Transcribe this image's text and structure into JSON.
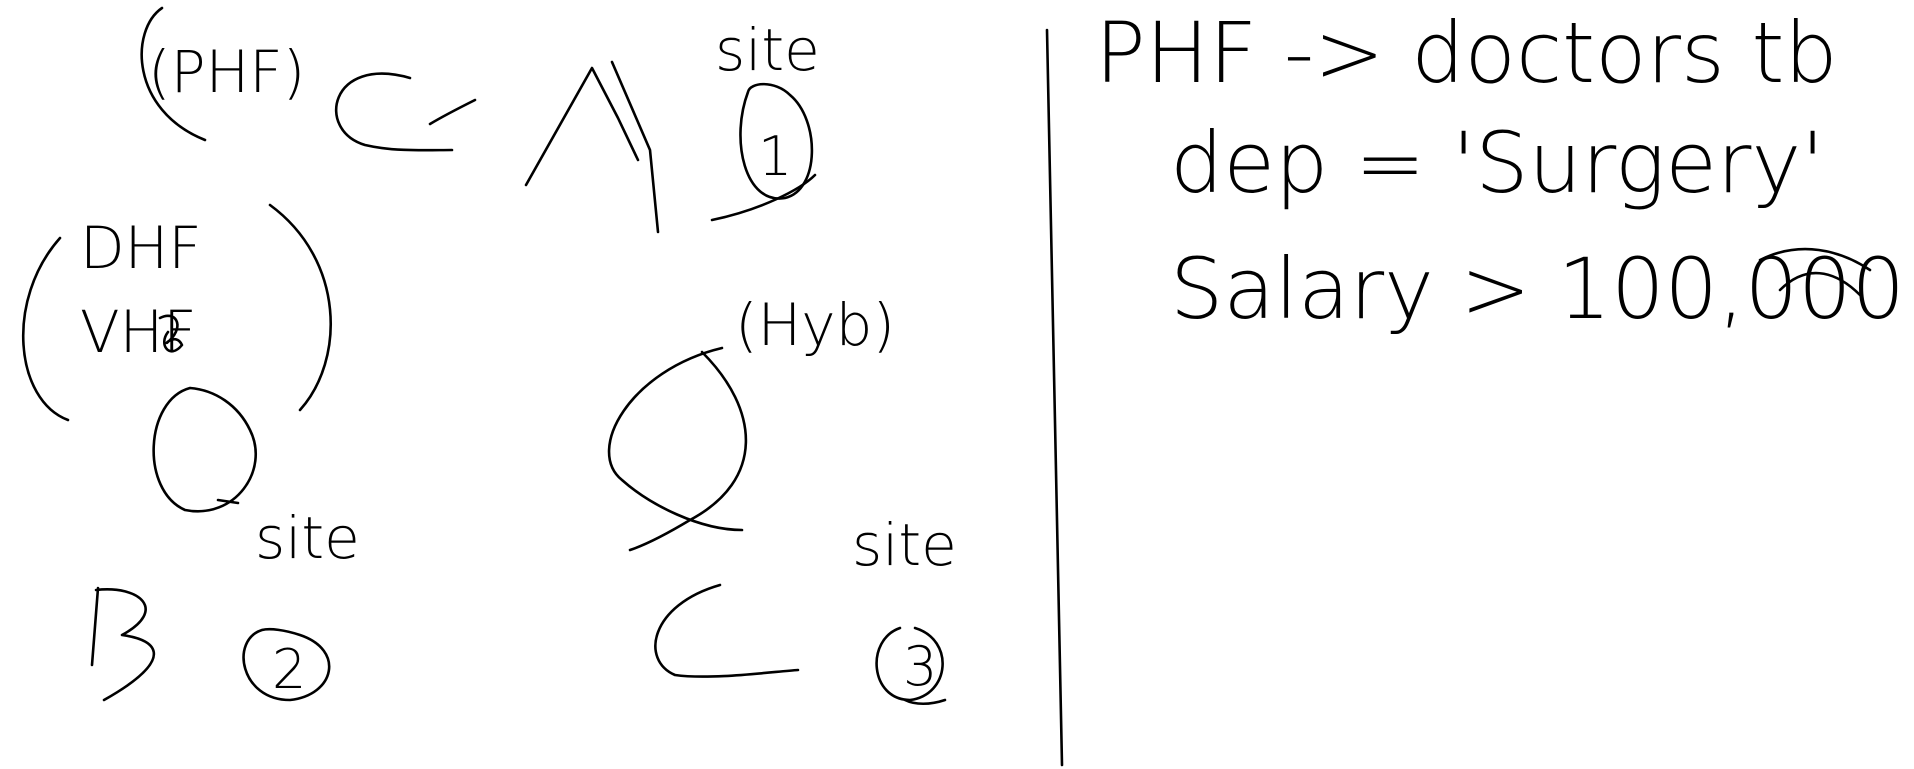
{
  "canvas": {
    "background": "#ffffff",
    "ink_color": "#000000"
  },
  "left_panel": {
    "site_a": {
      "fragment_type": "(PHF)",
      "table_label": "C",
      "letter": "A",
      "site_word": "site",
      "site_number": "1"
    },
    "site_b": {
      "fragment_type_line1": "DHF",
      "fragment_type_line2": "VHF",
      "site_word": "site",
      "letter": "B",
      "site_number": "2"
    },
    "site_c": {
      "fragment_type": "(Hyb)",
      "site_word": "site",
      "letter": "C",
      "site_number": "3"
    }
  },
  "right_panel": {
    "line1": "PHF -> doctors tb",
    "line2": "dep = 'Surgery'",
    "line3": "Salary > 100,000"
  }
}
